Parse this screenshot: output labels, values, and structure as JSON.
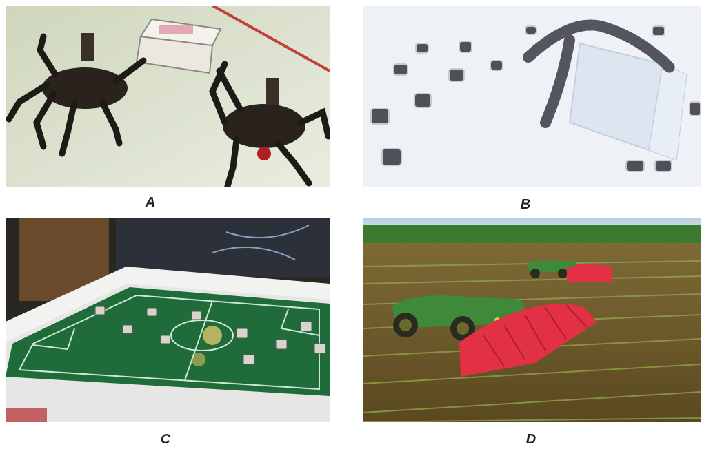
{
  "panels": [
    {
      "id": "a",
      "label": "A"
    },
    {
      "id": "b",
      "label": "B"
    },
    {
      "id": "c",
      "label": "C"
    },
    {
      "id": "d",
      "label": "D"
    }
  ],
  "colors": {
    "label_text": "#222222",
    "panel_a_floor": "#dfe5cc",
    "panel_b_floor": "#eef2f6",
    "panel_c_field": "#1f6b3a",
    "panel_d_soil": "#6e5a2a",
    "panel_d_tractor": "#3f8a3a",
    "panel_d_implement": "#e23045"
  }
}
